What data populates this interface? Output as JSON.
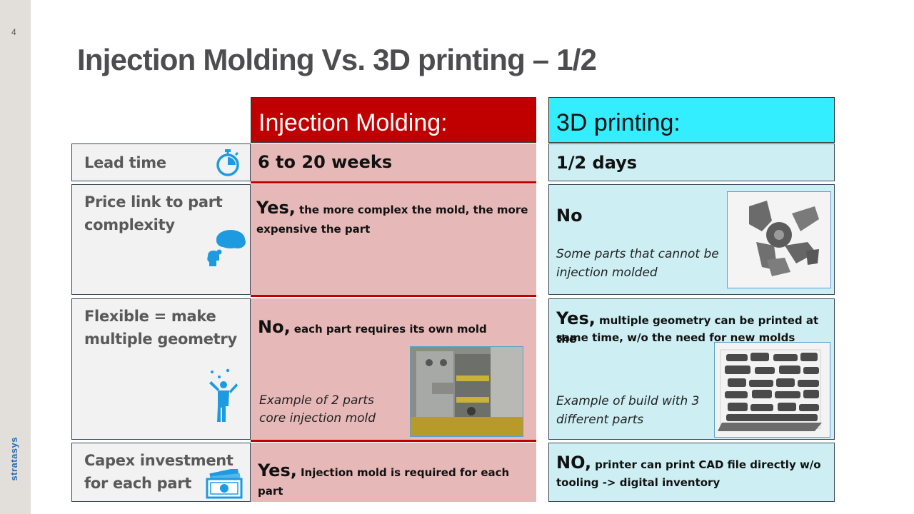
{
  "slide": {
    "page_number": "4",
    "title": "Injection Molding Vs. 3D printing – 1/2",
    "brand": "stratasys"
  },
  "columns": {
    "injection_molding": "Injection Molding:",
    "printing_3d": "3D printing:"
  },
  "rows": [
    {
      "label_lines": [
        "Lead time"
      ],
      "icon": "stopwatch-icon",
      "im_main": "6 to 20 weeks",
      "im_detail": "",
      "pr_main": "1/2 days",
      "pr_detail": ""
    },
    {
      "label_lines": [
        "Price link to part",
        "complexity"
      ],
      "icon": "thought-cloud-icon",
      "im_main": "Yes,",
      "im_detail": "the more complex the mold, the more",
      "im_detail2": "expensive the part",
      "pr_main": "No",
      "pr_note_lines": [
        "Some parts that cannot be",
        "injection molded"
      ]
    },
    {
      "label_lines": [
        "Flexible = make",
        "multiple geometry"
      ],
      "icon": "juggler-icon",
      "im_main": "No,",
      "im_detail": "each part requires its own mold",
      "im_note_lines": [
        "Example of 2 parts",
        "core injection mold"
      ],
      "pr_main": "Yes,",
      "pr_detail": "multiple geometry can be printed at the",
      "pr_detail2": "same time, w/o the need for new molds",
      "pr_note_lines": [
        "Example of build with 3",
        "different parts"
      ]
    },
    {
      "label_lines": [
        "Capex investment",
        "for each part"
      ],
      "icon": "money-icon",
      "im_main": "Yes,",
      "im_detail": "Injection mold is required for each part",
      "pr_main": "NO,",
      "pr_detail": "printer can print CAD file directly w/o",
      "pr_detail2": "tooling -> digital inventory"
    }
  ],
  "colors": {
    "im_header": "#c00000",
    "im_cell": "#e6b9b8",
    "pr_header": "#33eeff",
    "pr_cell": "#cdeff4",
    "icon": "#1e9be0"
  }
}
